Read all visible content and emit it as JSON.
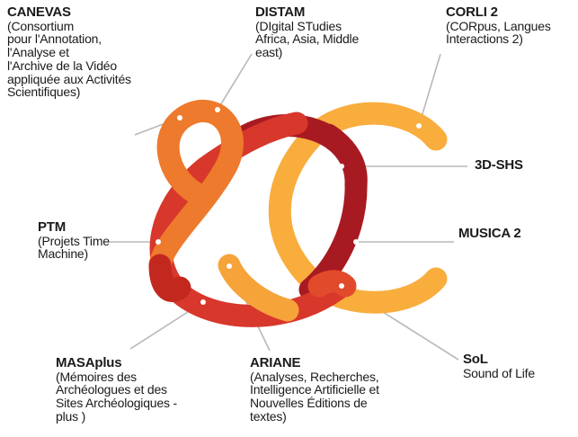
{
  "colors": {
    "light_orange": "#f8ad3d",
    "mid_orange": "#ee7a2d",
    "red": "#d8372b",
    "dark_red": "#a81a22",
    "leader": "#b8b8b8",
    "dot": "#ffffff"
  },
  "labels": {
    "canevas": {
      "title": "CANEVAS",
      "desc": "(Consortium\npour l'Annotation,\nl'Analyse et\nl'Archive de la Vidéo\nappliquée aux Activités\nScientifiques)"
    },
    "distam": {
      "title": "DISTAM",
      "desc": "(DIgital STudies\nAfrica, Asia, Middle\neast)"
    },
    "corli": {
      "title": "CORLI 2",
      "desc": "(CORpus, Langues\nInteractions 2)"
    },
    "shs3d": {
      "title": "3D-SHS",
      "desc": ""
    },
    "ptm": {
      "title": "PTM",
      "desc": "(Projets Time\nMachine)"
    },
    "musica": {
      "title": "MUSICA 2",
      "desc": ""
    },
    "sol": {
      "title": "SoL",
      "desc": "Sound of Life"
    },
    "masaplus": {
      "title": "MASAplus",
      "desc": "(Mémoires des\nArchéologues et des\nSites Archéologiques -\nplus )"
    },
    "ariane": {
      "title": "ARIANE",
      "desc": "(Analyses, Recherches,\nIntelligence Artificielle et\nNouvelles Éditions de\ntextes)"
    }
  }
}
